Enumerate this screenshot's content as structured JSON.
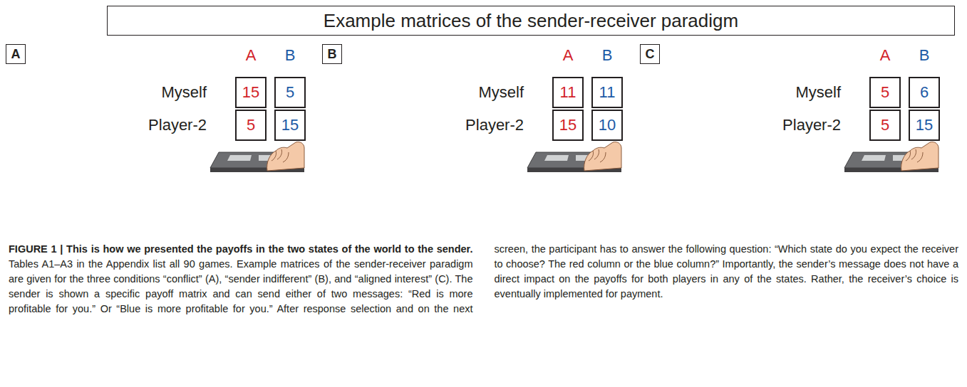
{
  "diagram": {
    "title": "Example matrices of the sender-receiver paradigm",
    "caption": "FIGURE 1 | This is how we presented the payoffs in the two states of the world to the sender.",
    "nodes": [
      {
        "text": [
          "A"
        ]
      },
      {
        "text": [
          "15"
        ]
      },
      {
        "text": [
          "5"
        ]
      },
      {
        "text": [
          "5"
        ]
      },
      {
        "text": [
          "15"
        ]
      },
      {
        "text": [
          "B"
        ]
      },
      {
        "text": [
          "11"
        ]
      },
      {
        "text": [
          "11"
        ]
      },
      {
        "text": [
          "15"
        ]
      },
      {
        "text": [
          "10"
        ]
      },
      {
        "text": [
          "C"
        ]
      },
      {
        "text": [
          "5"
        ]
      },
      {
        "text": [
          "6"
        ]
      },
      {
        "text": [
          "5"
        ]
      },
      {
        "text": [
          "15"
        ]
      }
    ],
    "labels": [
      "A",
      "B",
      "Myself",
      "Player-2",
      "A",
      "B",
      "Myself",
      "Player-2",
      "A",
      "B",
      "Myself",
      "Player-2",
      "Tables A1–A3 in the Appendix list all 90 games. Example matrices of the sender-receiver paradigm are given for the three conditions “conflict” (A), “sender indifferent” (B), and “aligned interest” (C). The sender is shown a specific payoff matrix and can send either of two messages: “Red is more profitable for you.” Or “Blue is more profitable for you.” After response selection and on the next screen, the participant has to answer the following question: “Which state do you expect the receiver to choose? The red column or the blue column?” Importantly, the sender’s message does not have a direct impact on the payoffs for both players in any of the states. Rather, the receiver’s choice is eventually implemented for payment."
    ]
  }
}
